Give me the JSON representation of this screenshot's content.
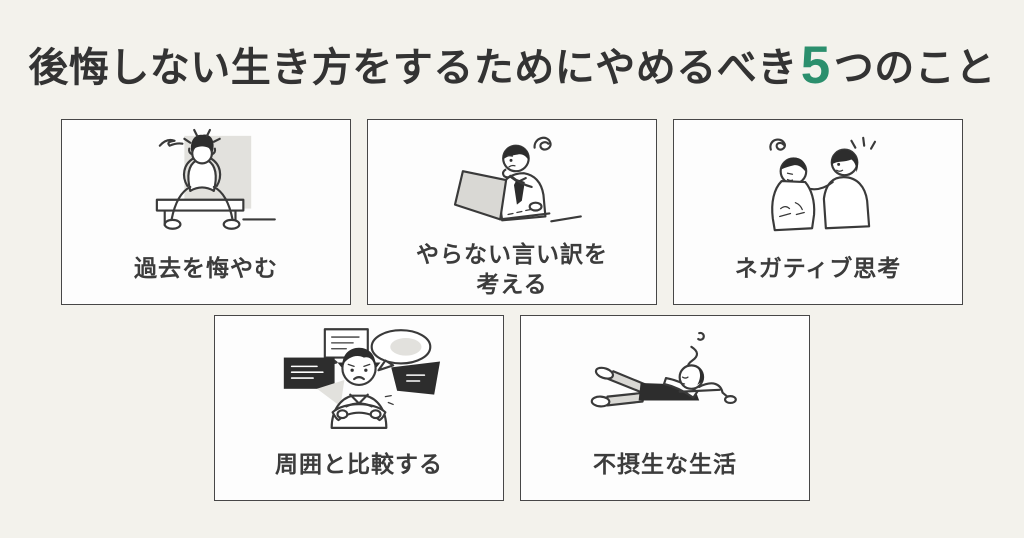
{
  "page": {
    "background_color": "#f3f2ec",
    "card_background": "#fdfdfd",
    "card_border_color": "#474747",
    "title_color": "#333333",
    "accent_color": "#2b8f6d",
    "label_color": "#3c3c3c"
  },
  "title": {
    "prefix": "後悔しない生き方をするためにやめるべき",
    "number": "5",
    "suffix": "つのこと"
  },
  "cards": [
    {
      "label": "過去を悔やむ",
      "icon": "person-holding-head-on-bench-illustration"
    },
    {
      "label": "やらない言い訳を\n考える",
      "icon": "person-thinking-at-laptop-illustration"
    },
    {
      "label": "ネガティブ思考",
      "icon": "person-consoled-by-friend-illustration"
    },
    {
      "label": "周囲と比較する",
      "icon": "person-crossed-arms-speech-bubbles-illustration"
    },
    {
      "label": "不摂生な生活",
      "icon": "person-lying-on-floor-illustration"
    }
  ]
}
